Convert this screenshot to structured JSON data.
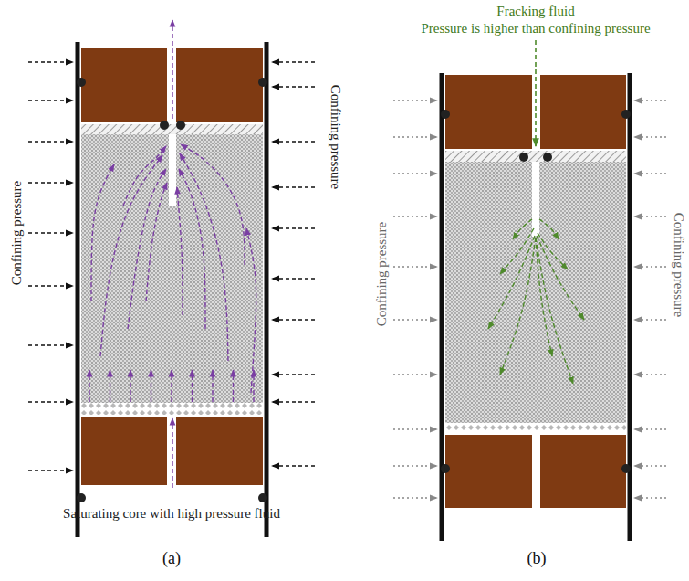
{
  "diagram": {
    "labels": [
      "Confining pressure",
      "Confining pressure",
      "Saturating core with high pressure fluid",
      "(a)",
      "Fracking fluid",
      "Pressure is higher than confining pressure",
      "Confining pressure",
      "Confining pressure",
      "(b)"
    ]
  }
}
